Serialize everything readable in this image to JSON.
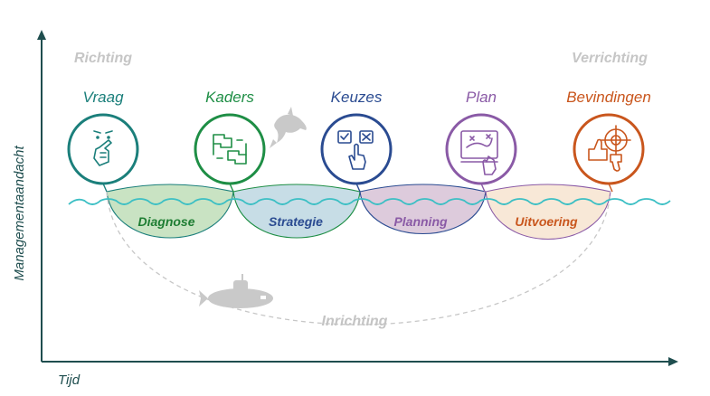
{
  "axes": {
    "y_label": "Managementaandacht",
    "x_label": "Tijd"
  },
  "corners": {
    "left": "Richting",
    "right": "Verrichting"
  },
  "bottom_label": "Inrichting",
  "phases": [
    {
      "title": "Vraag",
      "color": "#1b7f7b",
      "icon": "thinking-hand-icon"
    },
    {
      "title": "Kaders",
      "color": "#1e8e45",
      "icon": "framing-hands-icon"
    },
    {
      "title": "Keuzes",
      "color": "#2a4b91",
      "icon": "choice-checkbox-icon"
    },
    {
      "title": "Plan",
      "color": "#8a5aa6",
      "icon": "strategy-board-icon"
    },
    {
      "title": "Bevindingen",
      "color": "#c9561d",
      "icon": "target-feedback-icon"
    }
  ],
  "segments": [
    {
      "label": "Diagnose",
      "color": "#1e7d33",
      "fill": "#c9e3c3"
    },
    {
      "label": "Strategie",
      "color": "#2a4b91",
      "fill": "#c7dde6"
    },
    {
      "label": "Planning",
      "color": "#8a5aa6",
      "fill": "#ddcbdc"
    },
    {
      "label": "Uitvoering",
      "color": "#c9561d",
      "fill": "#f8e8d7"
    }
  ],
  "colors": {
    "axis": "#1f4e4f",
    "wave": "#3cbfc4",
    "ghost": "#c9c9c9",
    "dashed": "#c7c7c7"
  },
  "decorations": {
    "top": "dolphin-icon",
    "bottom": "submarine-icon"
  }
}
